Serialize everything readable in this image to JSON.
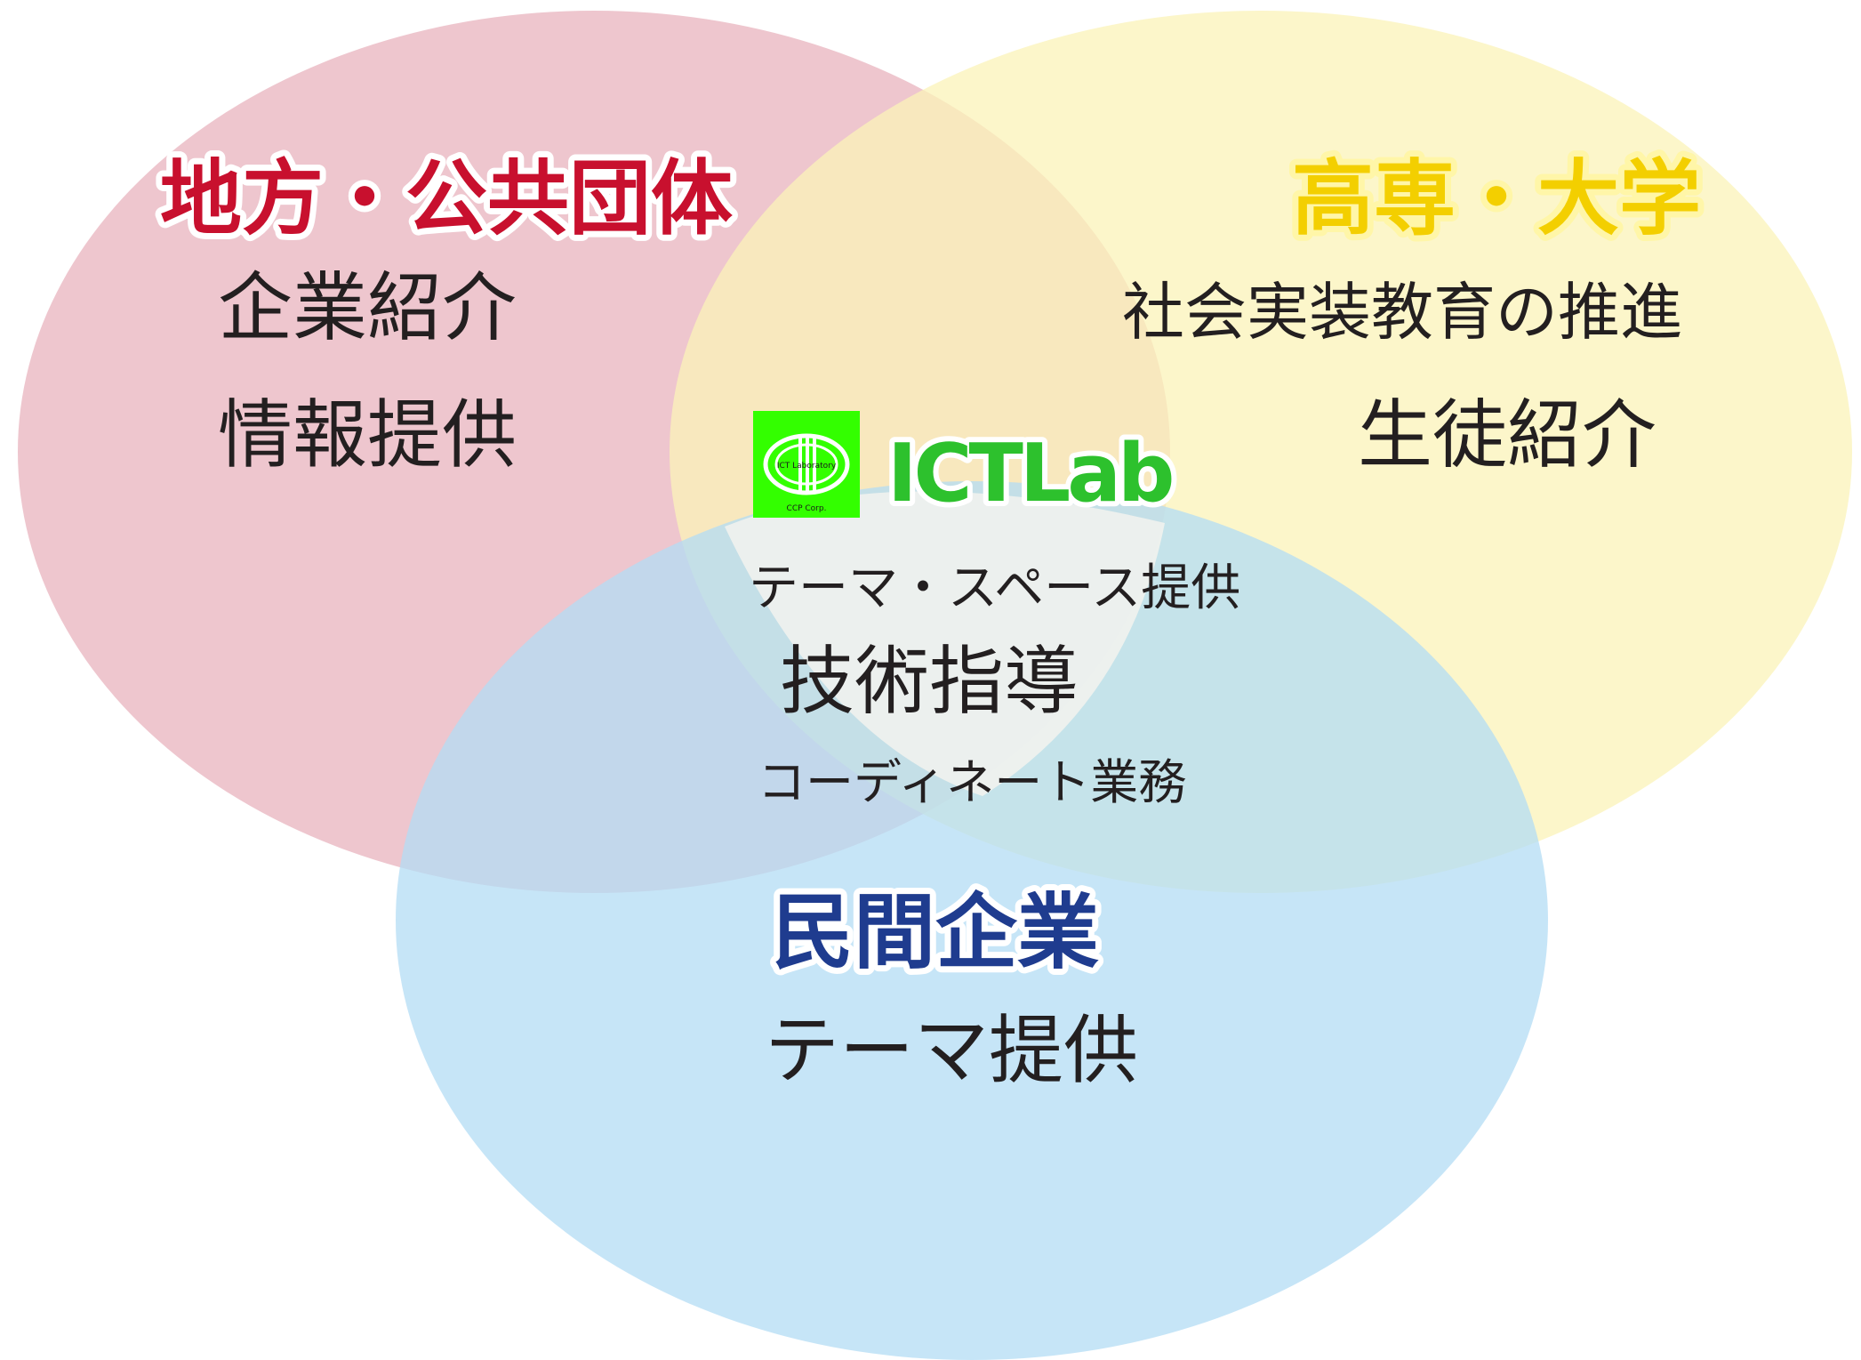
{
  "colors": {
    "local_circle": "#e8b3bd",
    "academic_circle": "#fbf3b8",
    "private_circle": "#b3dcf4",
    "local_title": "#c8102e",
    "academic_title": "#e8c200",
    "private_title": "#1f3c8f",
    "logo_green": "#2dc12d",
    "logo_square": "#33ff00",
    "center_fill": "#f3f3ef"
  },
  "local": {
    "title": "地方・公共団体",
    "line1": "企業紹介",
    "line2": "情報提供"
  },
  "academic": {
    "title": "高専・大学",
    "line1": "社会実装教育の推進",
    "line2": "生徒紹介"
  },
  "private": {
    "title": "民間企業",
    "line1": "テーマ提供"
  },
  "center": {
    "logo_icon": "ictlab-logo-icon",
    "logo_caption_top": "ICT Laboratory",
    "logo_caption_bottom": "CCP Corp.",
    "logo_text": "ICTLab",
    "line1": "テーマ・スペース提供",
    "line2": "技術指導",
    "line3": "コーディネート業務"
  }
}
